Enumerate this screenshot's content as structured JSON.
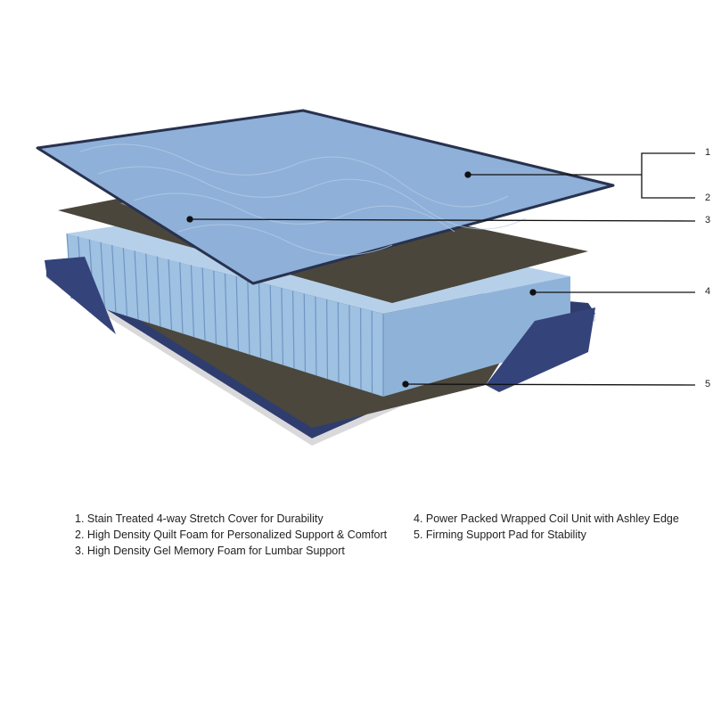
{
  "callouts": [
    "1",
    "2",
    "3",
    "4",
    "5"
  ],
  "legend": {
    "left": [
      "1.  Stain Treated 4-way Stretch Cover for Durability",
      "2. High Density Quilt Foam for Personalized Support & Comfort",
      "3. High Density Gel Memory Foam for Lumbar Support"
    ],
    "right": [
      "4. Power Packed Wrapped Coil Unit with Ashley Edge",
      "5. Firming Support Pad for Stability"
    ]
  },
  "colors": {
    "cover": "#8fb0d8",
    "cover_edge": "#28324f",
    "foam_pad": "#4a463b",
    "coil": "#9fc1e2",
    "base_fabric": "#2f3d6e",
    "gel_foam": "#9aa3ad"
  }
}
